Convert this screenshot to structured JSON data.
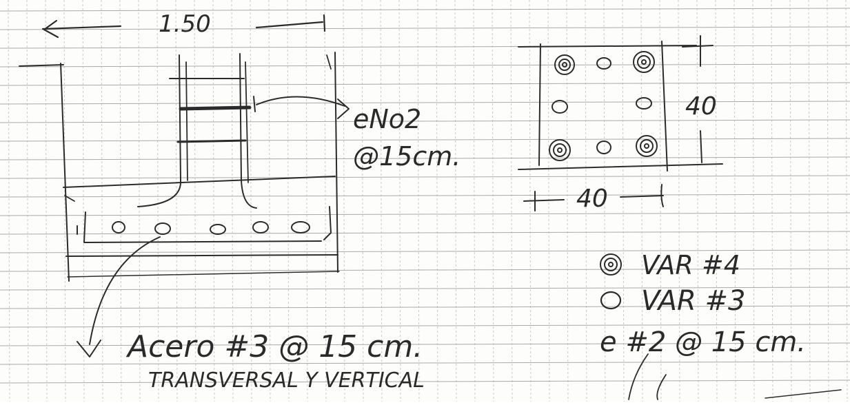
{
  "footing": {
    "width_label": "1.50",
    "stirrup_label_line1": "eNo2",
    "stirrup_label_line2": "@15cm.",
    "steel_label_line1": "Acero #3 @ 15 cm.",
    "steel_label_line2": "TRANSVERSAL Y VERTICAL"
  },
  "column": {
    "height_label": "40",
    "width_label": "40"
  },
  "legend": {
    "bar4_label": "VAR #4",
    "bar3_label": "VAR #3",
    "stirrup_label": "e #2 @ 15 cm."
  },
  "colors": {
    "ink": "#2b2b2b",
    "paper": "#fdfdfc",
    "grid": "#b5b5b5"
  }
}
